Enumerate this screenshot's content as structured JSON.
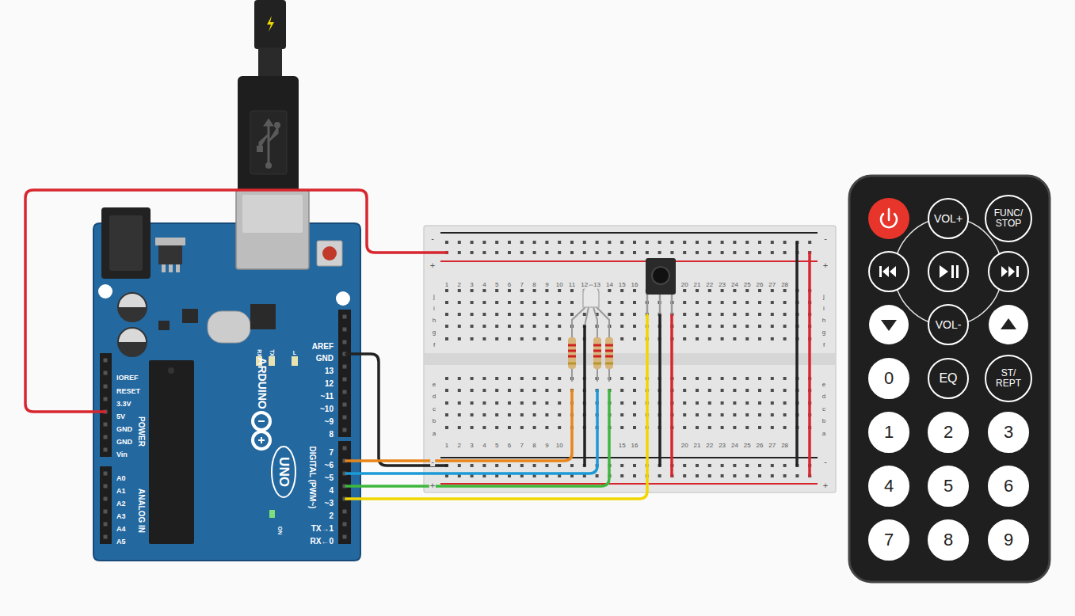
{
  "diagram": {
    "nodes": [
      {
        "text": [
          "VOL+"
        ]
      },
      {
        "text": [
          "FUNC/ STOP"
        ]
      },
      {
        "text": [
          "VOL-"
        ]
      },
      {
        "text": [
          "0"
        ]
      },
      {
        "text": [
          "EQ"
        ]
      },
      {
        "text": [
          "ST/ REPT"
        ]
      },
      {
        "text": [
          "1"
        ]
      },
      {
        "text": [
          "2"
        ]
      },
      {
        "text": [
          "3"
        ]
      },
      {
        "text": [
          "4"
        ]
      },
      {
        "text": [
          "5"
        ]
      },
      {
        "text": [
          "6"
        ]
      },
      {
        "text": [
          "7"
        ]
      },
      {
        "text": [
          "8"
        ]
      },
      {
        "text": [
          "9"
        ]
      }
    ],
    "labels": [
      "AREF",
      "GND",
      "13",
      "12",
      "~11",
      "~10",
      "~9",
      "8",
      "7",
      "~6",
      "~5",
      "4",
      "~3",
      "2",
      "TX→1",
      "RX←0",
      "DIGITAL (PWM~)",
      "IOREF",
      "RESET",
      "3.3V",
      "5V",
      "GND",
      "GND",
      "Vin",
      "POWER",
      "A0",
      "A1",
      "A2",
      "A3",
      "A4",
      "A5",
      "ANALOG IN",
      "ARDUINO",
      "UNO",
      "ON",
      "RX",
      "TX",
      "L",
      "-",
      "-",
      "+",
      "+",
      "1",
      "2",
      "3",
      "4",
      "5",
      "6",
      "7",
      "8",
      "9",
      "10",
      "11",
      "12",
      "13",
      "14",
      "15",
      "16",
      "20",
      "21",
      "22",
      "23",
      "24",
      "25",
      "26",
      "27",
      "28",
      "j",
      "i",
      "h",
      "g",
      "f",
      "j",
      "i",
      "h",
      "g",
      "f",
      "e",
      "d",
      "c",
      "b",
      "a",
      "e",
      "d",
      "c",
      "b",
      "a",
      "1",
      "2",
      "3",
      "4",
      "5",
      "6",
      "7",
      "8",
      "9",
      "10",
      "15",
      "16",
      "20",
      "21",
      "22",
      "23",
      "24",
      "25",
      "26",
      "27",
      "28",
      "-",
      "-",
      "+",
      "+"
    ]
  }
}
